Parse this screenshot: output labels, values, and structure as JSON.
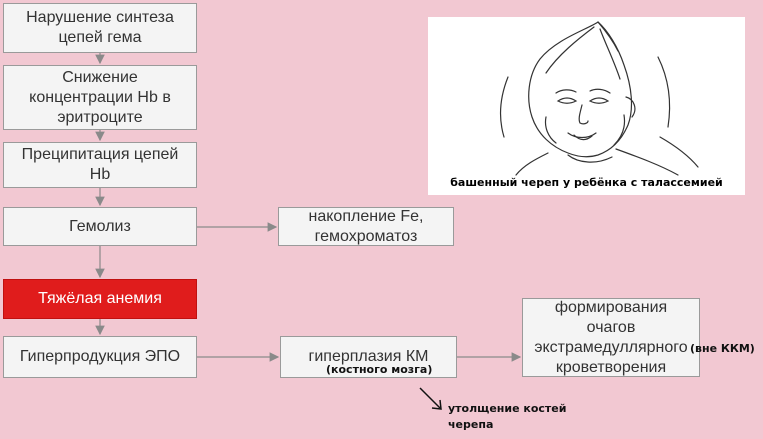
{
  "flow": {
    "heme": "Нарушение синтеза\nцепей гема",
    "hb_decrease": "Снижение\nконцентрации Hb в\nэритроците",
    "precip": "Преципитация цепей\nHb",
    "hemolysis": "Гемолиз",
    "fe": "накопление Fe,\nгемохроматоз",
    "anemia": "Тяжёлая анемия",
    "epo": "Гиперпродукция ЭПО",
    "km": "гиперплазия КМ",
    "foci": "формирования\nочагов\nэкстрамедуллярного\nкроветворения"
  },
  "notes": {
    "km_full": "(костного мозга)",
    "outside_kkm": "(вне ККМ)",
    "bones": "утолщение костей\nчерепа"
  },
  "photo": {
    "caption": "башенный череп у ребёнка с талассемией"
  },
  "colors": {
    "background": "#f2c8d2",
    "box": "#f4f4f4",
    "highlight": "#e01c1c"
  }
}
